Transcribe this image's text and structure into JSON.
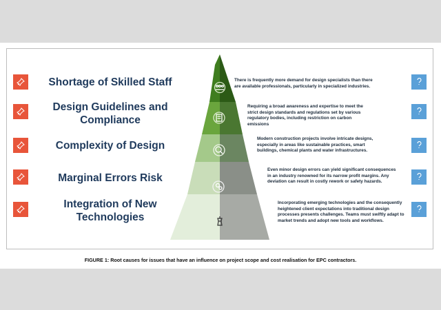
{
  "rows": [
    {
      "label": "Shortage of Skilled Staff",
      "description": "There is frequently more demand for design specialists than there are available professionals, particularly in specialized industries.",
      "icon": "people-network-icon"
    },
    {
      "label": "Design Guidelines and Compliance",
      "description": "Requiring a broad awareness and expertise to meet the strict design standards and regulations set by various regulatory bodies, including restriction on carbon emissions",
      "icon": "checklist-icon"
    },
    {
      "label": "Complexity of Design",
      "description": "Modern construction projects involve intricate designs, especially in areas like sustainable practices, smart buildings, chemical plants and water infrastructures.",
      "icon": "magnifier-person-icon"
    },
    {
      "label": "Marginal Errors Risk",
      "description": "Even minor design errors can yield significant consequences in an industry renowned for its narrow profit margins. Any deviation can result in costly rework or safety hazards.",
      "icon": "gears-hand-icon"
    },
    {
      "label": "Integration of New Technologies",
      "description": "Incorporating emerging technologies and the consequently heightened client expectations into traditional design processes presents challenges. Teams must swiftly adapt to market trends and adopt new tools and workflows.",
      "icon": "chess-piece-icon"
    }
  ],
  "caption": "FIGURE 1:  Root causes for issues that have an influence on project scope and cost realisation for EPC contractors.",
  "colors": {
    "left_markers": "#e8553a",
    "right_markers": "#5aa0d8",
    "label_text": "#1f3a5c",
    "pyramid_light": [
      "#3f7d1f",
      "#6aa53d",
      "#a4c98a",
      "#c9ddb9",
      "#e3eedb"
    ],
    "pyramid_dark": [
      "#2c5a16",
      "#4a7731",
      "#6b8661",
      "#8a8f88",
      "#a7aaa5"
    ]
  }
}
